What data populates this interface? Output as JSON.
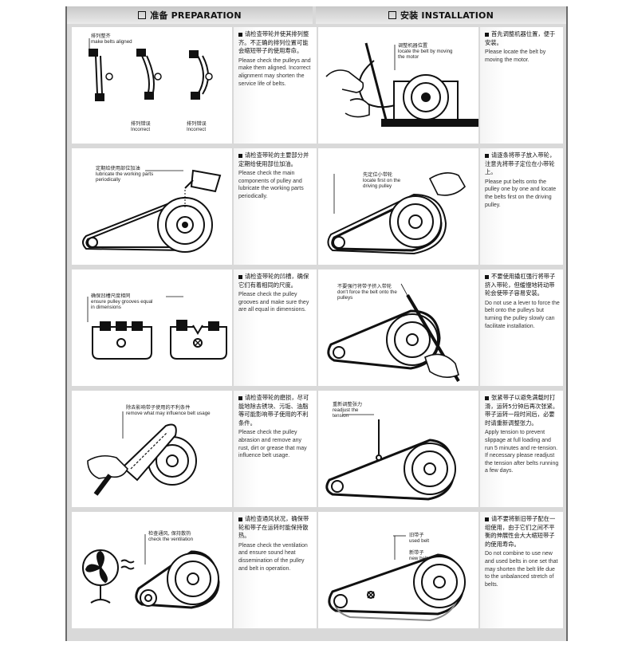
{
  "headers": {
    "preparation": "准备 PREPARATION",
    "installation": "安装 INSTALLATION"
  },
  "steps": [
    {
      "left": {
        "labels": [
          {
            "cn": "排列整齐",
            "en": "make belts aligned"
          },
          {
            "cn": "排列错误",
            "en": "Incorrect"
          },
          {
            "cn": "排列错误",
            "en": "Incorrect"
          }
        ],
        "cn": "请检查带轮并使其排列整齐。不正确的排列位置可能会缩短带子的使用寿命。",
        "en": "Please check the pulleys and make them aligned. Incorrect alignment may shorten the service life of belts."
      },
      "right": {
        "labels": [
          {
            "cn": "调整机器位置",
            "en": "locate the belt by moving the motor"
          }
        ],
        "cn": "首先调整机器位置，便于安装。",
        "en": "Please locate the belt by moving the motor."
      }
    },
    {
      "left": {
        "labels": [
          {
            "cn": "定期给使用部位加油",
            "en": "lubricate the working parts periodically"
          }
        ],
        "cn": "请检查带轮的主要部分并定期给使用部位加油。",
        "en": "Please check the main components of pulley and lubricate the working parts periodically."
      },
      "right": {
        "labels": [
          {
            "cn": "先定位小带轮",
            "en": "locate first on the driving pulley"
          }
        ],
        "cn": "请逐条将带子放入带轮，注意先将带子定位在小带轮上。",
        "en": "Please put belts onto the pulley one by one and locate the belts first on the driving pulley."
      }
    },
    {
      "left": {
        "labels": [
          {
            "cn": "确保凹槽尺度相同",
            "en": "ensure pulley grooves equal in dimensions"
          }
        ],
        "cn": "请检查带轮的凹槽，确保它们有着相同的尺度。",
        "en": "Please check the pulley grooves and make sure they are all equal in dimensions."
      },
      "right": {
        "labels": [
          {
            "cn": "不要强行将带子挤入带轮",
            "en": "don't force the belt onto the pulleys"
          }
        ],
        "cn": "不要使用撬杠强行将带子挤入带轮，但缓慢地转动带轮会使带子容易安装。",
        "en": "Do not use a lever to force the belt onto the pulleys but turning the pulley slowly can facilitate installation."
      }
    },
    {
      "left": {
        "labels": [
          {
            "cn": "除去影响带子使用的不利条件",
            "en": "remove what may influence belt usage"
          }
        ],
        "cn": "请检查带轮的磨损，尽可能地除去锈块、污垢、油脂等可能影响带子使用的不利条件。",
        "en": "Please check the pulley abrasion and remove any rust, dirt or grease that may influence belt usage."
      },
      "right": {
        "labels": [
          {
            "cn": "重新调整张力",
            "en": "readjust the tension"
          }
        ],
        "cn": "张紧带子以避免满载时打滑，运转5分钟后再次张紧。带子运转一段时间后，必要时请重新调整张力。",
        "en": "Apply tension to prevent slippage at full loading and run 5 minutes and re-tension. If necessary please readjust the tension after belts running a few days."
      }
    },
    {
      "left": {
        "labels": [
          {
            "cn": "检查通风, 保持散热",
            "en": "check the ventilation"
          }
        ],
        "cn": "请检查通风状况，确保带轮和带子在运转时能保持散热。",
        "en": "Please check the ventilation and ensure sound heat dissemination of the pulley and belt in operation."
      },
      "right": {
        "labels": [
          {
            "cn": "旧带子",
            "en": "used belt"
          },
          {
            "cn": "新带子",
            "en": "new belt"
          }
        ],
        "cn": "请不要将新旧带子配在一组使用，由于它们之间不平衡的伸展性会大大缩短带子的使用寿命。",
        "en": "Do not combine to use new and used belts in one set that may shorten the belt life due to the unbalanced stretch of belts."
      }
    }
  ]
}
